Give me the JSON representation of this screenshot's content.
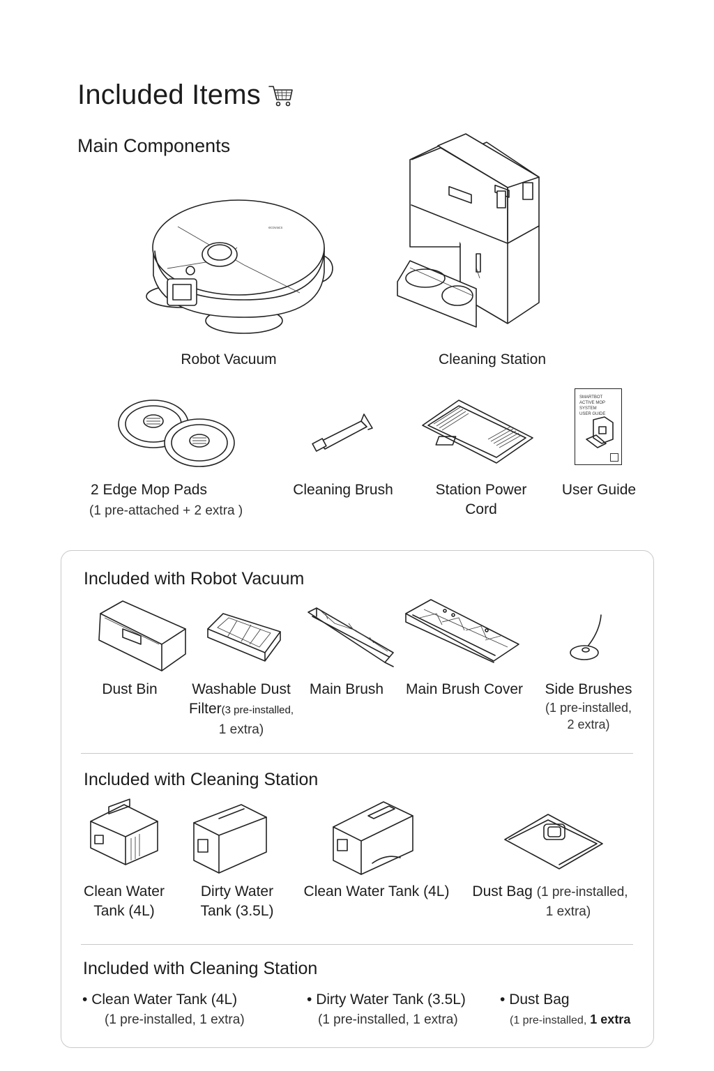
{
  "page": {
    "title": "Included Items",
    "main_heading": "Main Components"
  },
  "main_components": {
    "robot_vacuum": "Robot Vacuum",
    "cleaning_station": "Cleaning Station",
    "mop_pads": {
      "label": "2 Edge Mop Pads",
      "note": "(1 pre-attached + 2 extra )"
    },
    "cleaning_brush": "Cleaning Brush",
    "power_cord": {
      "line1": "Station Power",
      "line2": "Cord"
    },
    "user_guide": "User Guide"
  },
  "robot_section": {
    "heading": "Included with Robot Vacuum",
    "dust_bin": "Dust Bin",
    "filter": {
      "line1": "Washable Dust",
      "line2": "Filter",
      "note1": "(3 pre-installed,",
      "note2": "1 extra)"
    },
    "main_brush": "Main Brush",
    "main_brush_cover": "Main Brush Cover",
    "side_brushes": {
      "label": "Side Brushes",
      "note1": "(1 pre-installed,",
      "note2": "2 extra)"
    }
  },
  "station_section": {
    "heading": "Included with Cleaning Station",
    "clean_tank": {
      "line1": "Clean Water",
      "line2": "Tank (4L)"
    },
    "dirty_tank": {
      "line1": "Dirty Water",
      "line2": "Tank (3.5L)"
    },
    "clean_tank_alt": "Clean Water Tank (4L)",
    "dust_bag": {
      "label": "Dust Bag",
      "note1": "(1 pre-installed,",
      "note2": "1 extra)"
    }
  },
  "station_list": {
    "heading": "Included with Cleaning Station",
    "items": [
      {
        "name": "Clean Water Tank (4L)",
        "note": "(1 pre-installed, 1 extra)"
      },
      {
        "name": "Dirty Water Tank (3.5L)",
        "note": "(1 pre-installed, 1 extra)"
      },
      {
        "name": "Dust Bag",
        "note_a": "(1 pre-installed,",
        "note_b": " 1 extra"
      }
    ]
  },
  "user_guide_cover": {
    "line1": "SMARTBOT",
    "line2": "ACTIVE MOP SYSTEM",
    "line3": "USER GUIDE"
  }
}
